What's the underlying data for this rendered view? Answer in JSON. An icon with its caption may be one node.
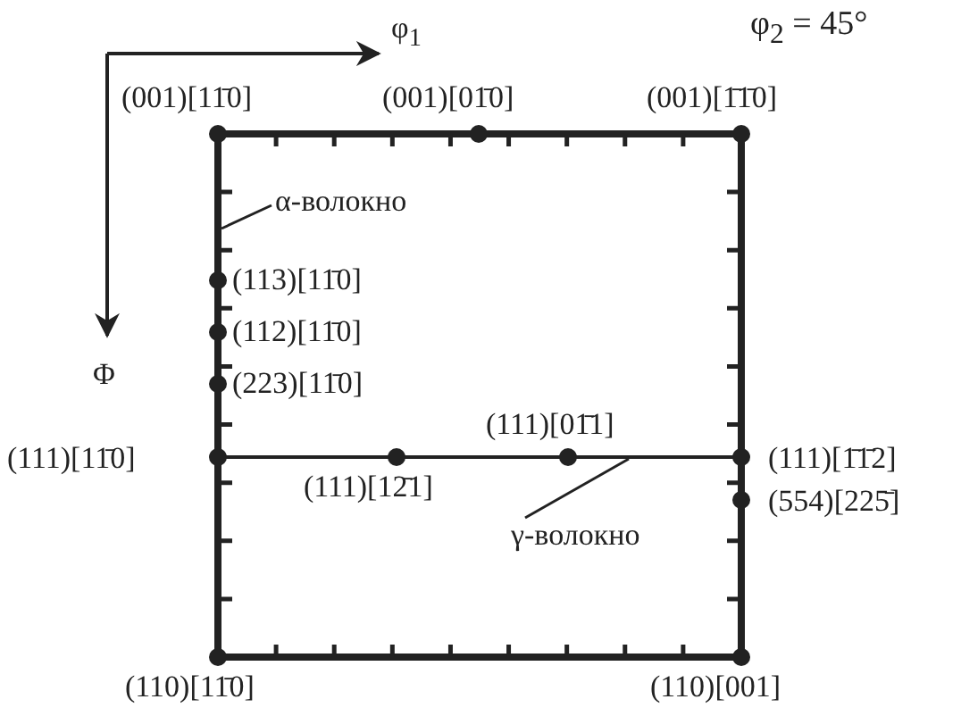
{
  "diagram": {
    "nodes": [
      {
        "text": [
          "α-волокно"
        ]
      },
      {
        "text": [],
        "shape": "line"
      },
      {
        "text": [
          "γ-волокно"
        ]
      },
      {
        "text": [],
        "shape": "line"
      }
    ],
    "edges": [
      {
        "from": 0,
        "to": 1,
        "arrow": "none"
      },
      {
        "from": 2,
        "to": 3,
        "arrow": "none"
      }
    ],
    "labels": [
      "φ$_{1}$",
      "φ$_{2}$ = 45°",
      "(001)[11̄0]",
      "(001)[01̄0]",
      "(001)[1̄1̄0]",
      "Φ",
      "(113)[11̄0]",
      "(112)[11̄0]",
      "(223)[11̄0]",
      "(111)[01̄1]",
      "(111)[11̄0]",
      "(111)[1̄1̄2]",
      "(111)[12̄1]",
      "(554)[225̄]",
      "(110)[11̄0]",
      "(110)[001]"
    ]
  }
}
